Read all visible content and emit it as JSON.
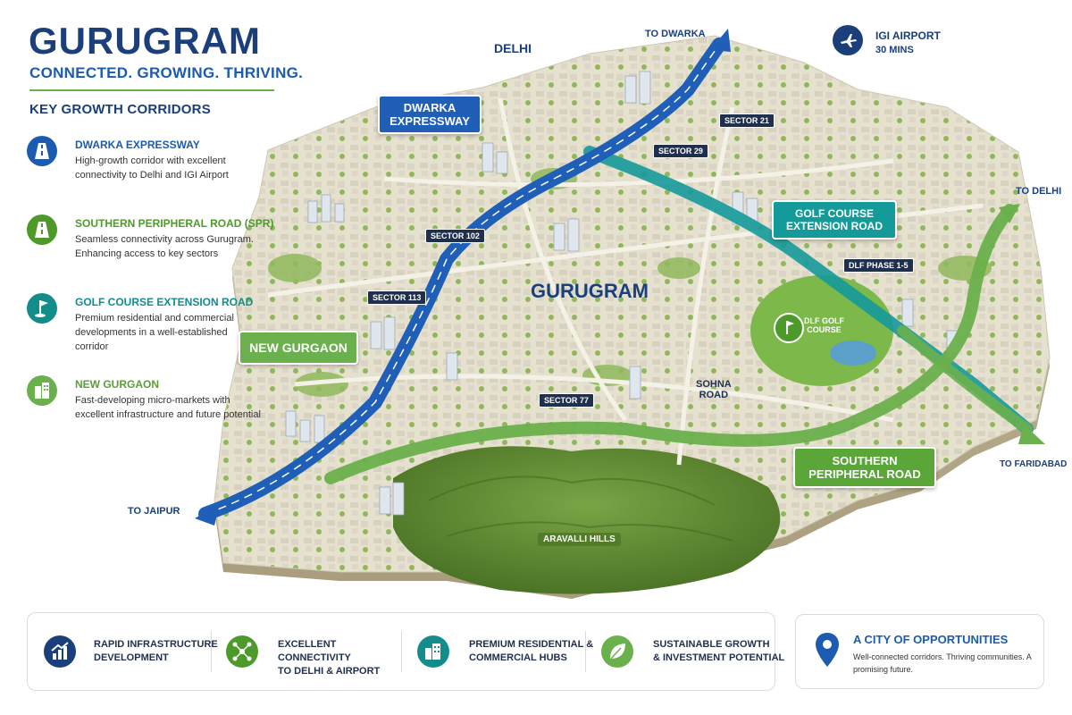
{
  "header": {
    "title": "GURUGRAM",
    "tagline": "CONNECTED. GROWING. THRIVING.",
    "corridors_heading": "KEY GROWTH CORRIDORS"
  },
  "corridors": [
    {
      "title": "DWARKA EXPRESSWAY",
      "desc": "High-growth corridor with excellent connectivity to Delhi and IGI Airport",
      "color": "#1c5bb0",
      "icon": "highway-icon"
    },
    {
      "title": "SOUTHERN PERIPHERAL ROAD (SPR)",
      "desc": "Seamless connectivity across Gurugram. Enhancing access to key sectors",
      "color": "#4d9a2a",
      "icon": "highway-icon"
    },
    {
      "title": "GOLF COURSE EXTENSION ROAD",
      "desc": "Premium residential and commercial developments in a well-established corridor",
      "color": "#138c8c",
      "icon": "golf-flag-icon"
    },
    {
      "title": "NEW GURGAON",
      "desc": "Fast-developing micro-markets with excellent infrastructure and future potential",
      "color": "#6ab04c",
      "icon": "buildings-icon"
    }
  ],
  "map": {
    "place_labels": {
      "delhi": "DELHI",
      "to_dwarka": "TO DWARKA",
      "igi_airport": "IGI AIRPORT",
      "igi_time": "30 MINS",
      "to_delhi": "TO DELHI",
      "to_faridabad": "TO FARIDABAD",
      "to_jaipur": "TO JAIPUR",
      "city": "GURUGRAM",
      "sohna_line1": "SOHNA",
      "sohna_line2": "ROAD",
      "golf_line1": "DLF GOLF",
      "golf_line2": "COURSE",
      "aravalli": "ARAVALLI HILLS"
    },
    "sectors": [
      "SECTOR 21",
      "SECTOR 29",
      "SECTOR 102",
      "SECTOR 113",
      "SECTOR 77",
      "DLF PHASE 1-5"
    ],
    "callouts": {
      "dwarka_line1": "DWARKA",
      "dwarka_line2": "EXPRESSWAY",
      "golf_line1": "GOLF COURSE",
      "golf_line2": "EXTENSION ROAD",
      "new_gurgaon": "NEW GURGAON",
      "spr_line1": "SOUTHERN",
      "spr_line2": "PERIPHERAL ROAD"
    },
    "colors": {
      "dwarka_expressway": "#1f5fb8",
      "golf_course_ext": "#159a9a",
      "southern_peripheral": "#6ab04c",
      "terrain": "#e9e4d2",
      "hills": "#5f8a34"
    }
  },
  "features": [
    {
      "line1": "RAPID INFRASTRUCTURE",
      "line2": "DEVELOPMENT",
      "icon": "growth-chart-icon",
      "color": "#1b3f7a"
    },
    {
      "line1": "EXCELLENT CONNECTIVITY",
      "line2": "TO DELHI & AIRPORT",
      "icon": "network-icon",
      "color": "#4d9a2a"
    },
    {
      "line1": "PREMIUM RESIDENTIAL &",
      "line2": "COMMERCIAL HUBS",
      "icon": "buildings-icon",
      "color": "#138c8c"
    },
    {
      "line1": "SUSTAINABLE GROWTH",
      "line2": "& INVESTMENT POTENTIAL",
      "icon": "leaf-icon",
      "color": "#6ab04c"
    }
  ],
  "opportunity": {
    "title": "A CITY OF OPPORTUNITIES",
    "desc": "Well-connected corridors. Thriving communities. A promising future.",
    "icon": "location-pin-icon"
  }
}
